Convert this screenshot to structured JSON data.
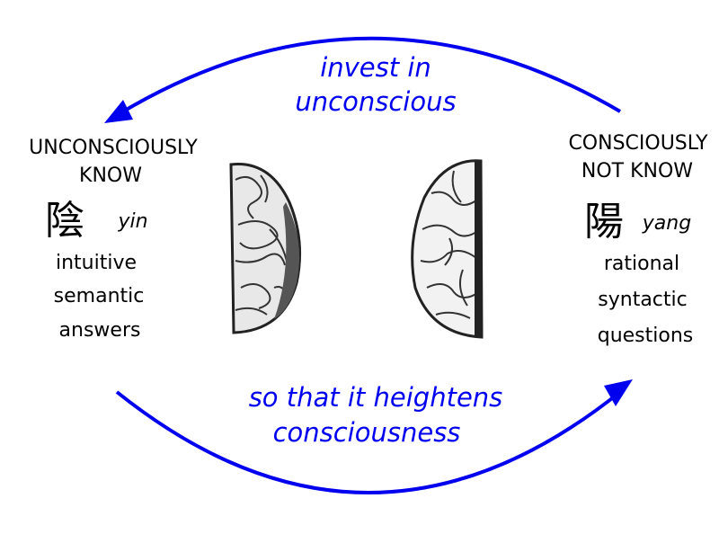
{
  "colors": {
    "arrow": "#0000ee",
    "text": "#000000"
  },
  "top_arrow": {
    "line1": "invest in",
    "line2": "unconscious"
  },
  "bottom_arrow": {
    "line1": "so that it heightens",
    "line2": "consciousness"
  },
  "left": {
    "title1": "UNCONSCIOUSLY",
    "title2": "KNOW",
    "glyph": "陰",
    "glyph_reading": "yin",
    "items": [
      "intuitive",
      "semantic",
      "answers"
    ]
  },
  "right": {
    "title1": "CONSCIOUSLY",
    "title2": "NOT KNOW",
    "glyph": "陽",
    "glyph_reading": "yang",
    "items": [
      "rational",
      "syntactic",
      "questions"
    ]
  }
}
